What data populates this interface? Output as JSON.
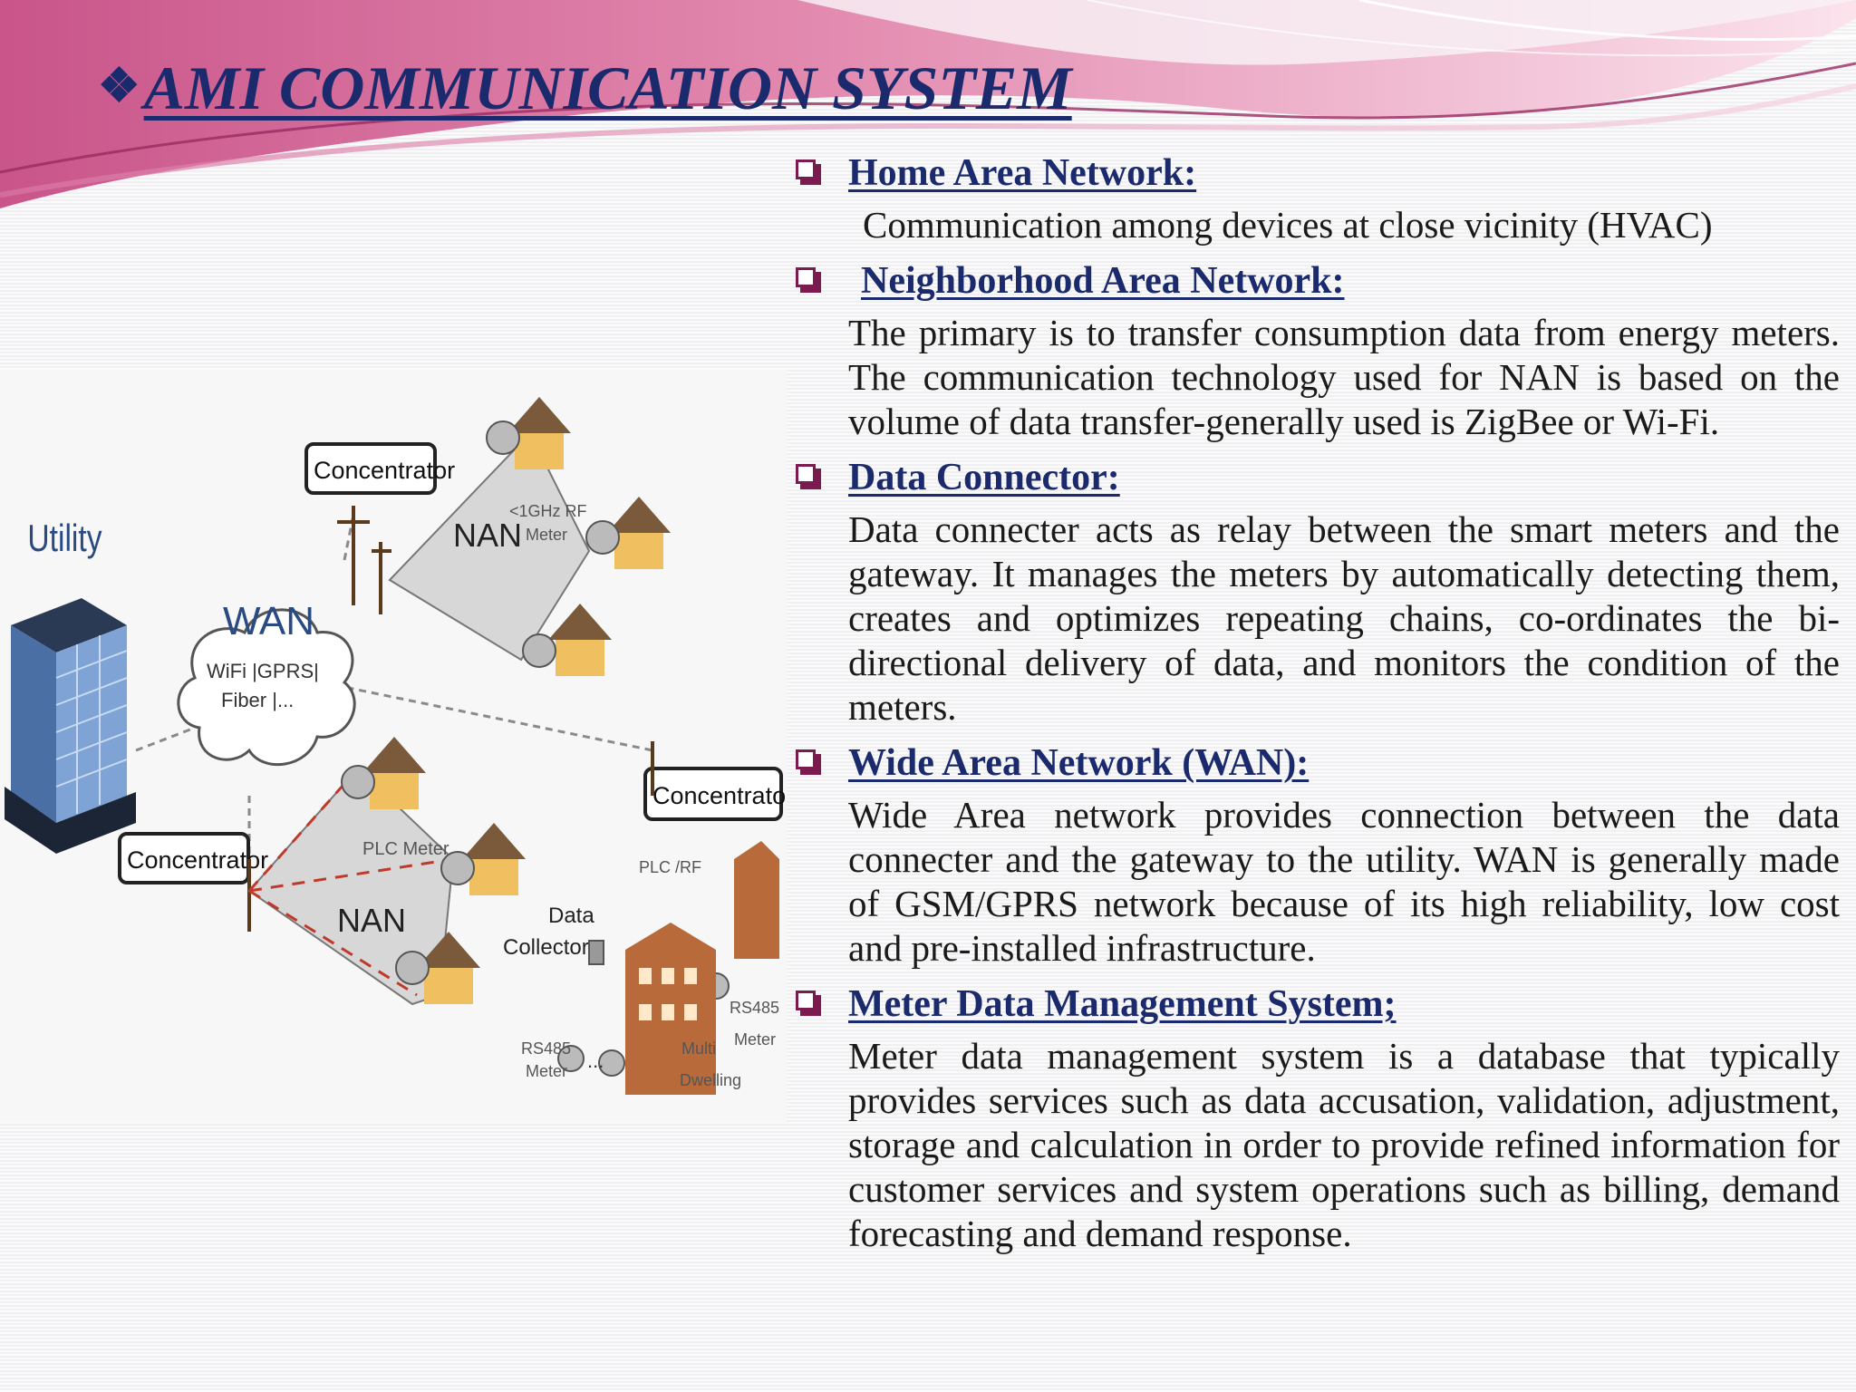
{
  "slide": {
    "title": "AMI  COMMUNICATION SYSTEM",
    "title_icon": "diamond-bullet-icon",
    "accent_color": "#1a2a6c",
    "bullet_color": "#7a1a4e"
  },
  "diagram": {
    "labels": {
      "utility": "Utility",
      "wan": "WAN",
      "wan_sub1": "WiFi |GPRS|",
      "wan_sub2": "Fiber |...",
      "concentrator_top": "Concentrator",
      "concentrator_left": "Concentrator",
      "concentrator_right": "Concentrator",
      "nan_top": "NAN",
      "nan_bottom": "NAN",
      "rf_meter_1": "<1GHz RF",
      "rf_meter_2": "Meter",
      "plc_meter": "PLC Meter",
      "data_collectors_1": "Data",
      "data_collectors_2": "Collectors",
      "plc_rf": "PLC /RF",
      "rs485_meter_a1": "RS485",
      "rs485_meter_a2": "Meter",
      "rs485_meter_b1": "RS485",
      "rs485_meter_b2": "Meter",
      "multi_dwelling_1": "Multi",
      "multi_dwelling_2": "Dwelling",
      "dots": "..."
    }
  },
  "sections": [
    {
      "heading": "Home Area Network:",
      "body": "Communication among devices at close vicinity (HVAC)"
    },
    {
      "heading": "Neighborhood Area Network:",
      "body": "The primary is to transfer consumption data from energy meters. The communication technology used for NAN is based on the volume of data transfer-generally used is ZigBee or Wi-Fi."
    },
    {
      "heading": "Data Connector:",
      "body": "Data connecter acts as relay between the smart meters and the gateway. It manages the meters by automatically detecting them, creates and optimizes repeating chains, co-ordinates the bi-directional delivery of data, and monitors the condition of the meters."
    },
    {
      "heading": "Wide Area Network (WAN):",
      "body": "Wide Area network provides connection between the data connecter and the gateway to the utility. WAN is generally made of GSM/GPRS network because of its high reliability, low cost and pre-installed infrastructure."
    },
    {
      "heading": "Meter Data Management System;",
      "body": "Meter data management system is a database that typically provides services such as data accusation, validation, adjustment, storage and calculation in order to provide refined information for customer services and system operations such as billing, demand forecasting and demand response."
    }
  ]
}
